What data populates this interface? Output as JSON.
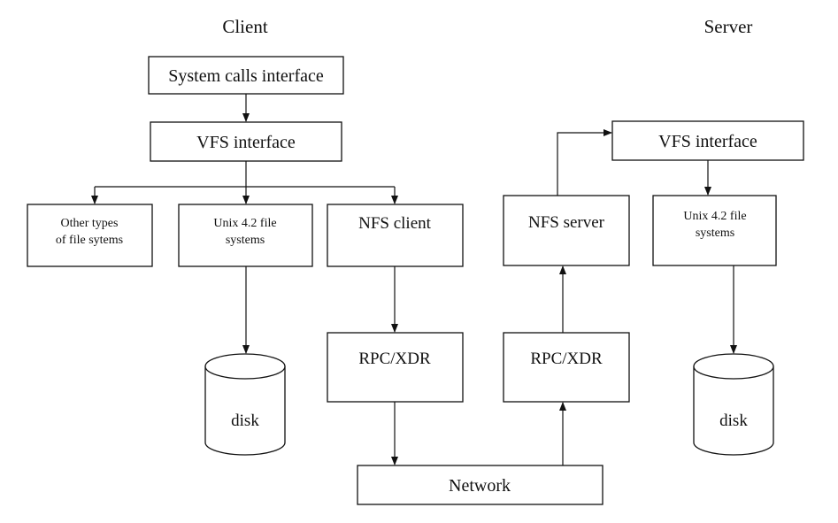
{
  "headers": {
    "client": "Client",
    "server": "Server"
  },
  "client": {
    "syscall": "System calls interface",
    "vfs": "VFS interface",
    "other_line1": "Other types",
    "other_line2": "of file sytems",
    "unix_line1": "Unix 4.2 file",
    "unix_line2": "systems",
    "nfs": "NFS client",
    "rpc": "RPC/XDR",
    "disk": "disk"
  },
  "server": {
    "vfs": "VFS interface",
    "nfs": "NFS server",
    "unix_line1": "Unix 4.2 file",
    "unix_line2": "systems",
    "rpc": "RPC/XDR",
    "disk": "disk"
  },
  "network": "Network"
}
